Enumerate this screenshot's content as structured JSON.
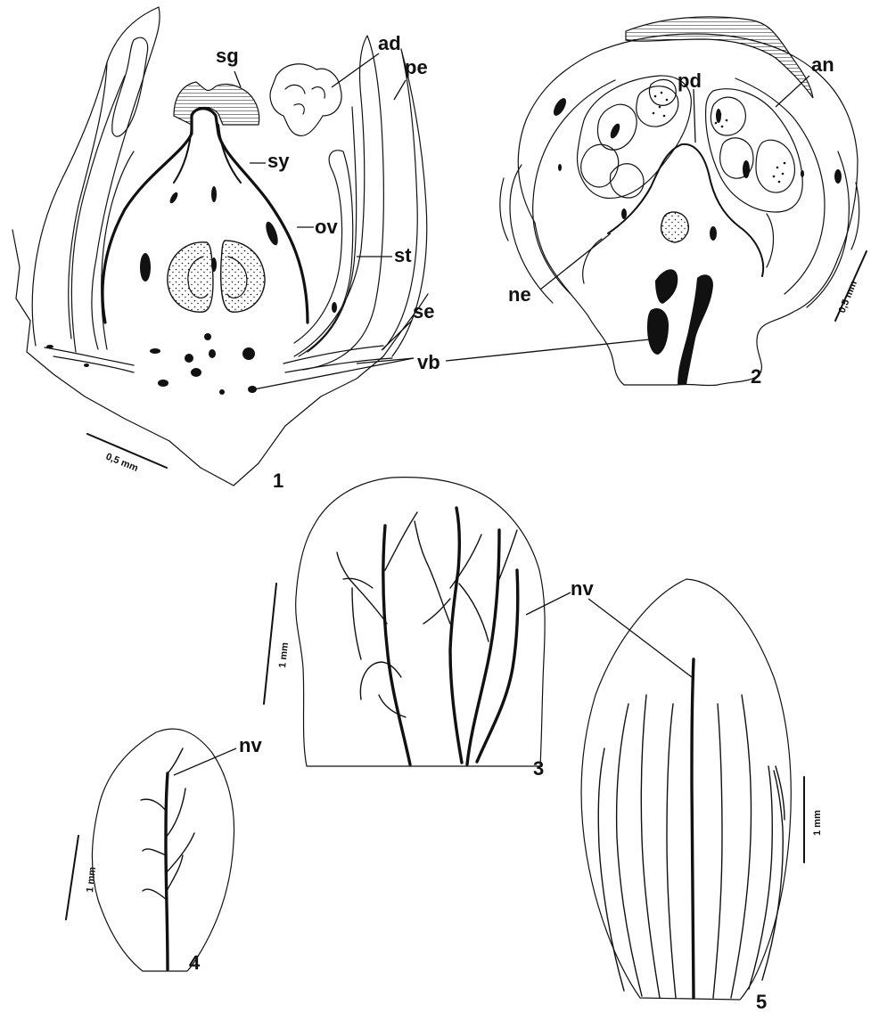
{
  "labels": {
    "sg": "sg",
    "ad": "ad",
    "pe": "pe",
    "sy": "sy",
    "ov": "ov",
    "st": "st",
    "se": "se",
    "vb": "vb",
    "pd": "pd",
    "an": "an",
    "ne": "ne",
    "nv_3": "nv",
    "nv_4": "nv"
  },
  "figure_numbers": {
    "fig1": "1",
    "fig2": "2",
    "fig3": "3",
    "fig4": "4",
    "fig5": "5"
  },
  "scale_bars": {
    "fig1": "0,5 mm",
    "fig2": "0,5 mm",
    "fig3": "1 mm",
    "fig4": "1 mm",
    "fig5": "1 mm"
  }
}
